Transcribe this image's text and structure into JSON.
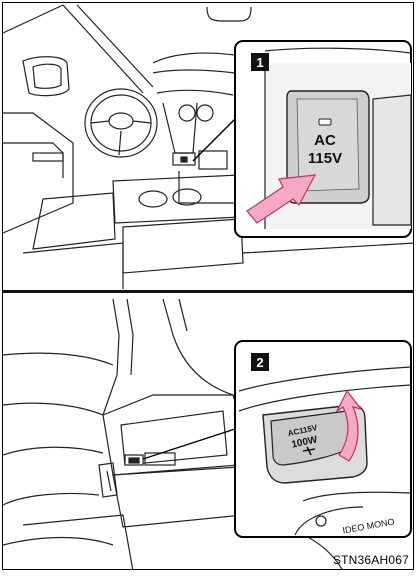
{
  "figure": {
    "callout_1": {
      "number": "1",
      "outlet_label_line1": "AC",
      "outlet_label_line2": "115V"
    },
    "callout_2": {
      "number": "2",
      "outlet_label_line1": "AC115V",
      "outlet_label_line2": "100W",
      "jack_label": "IDEO MONO"
    },
    "figure_id": "STN36AH067",
    "colors": {
      "arrow_fill": "#f4a9c4",
      "arrow_stroke": "#c0306a",
      "line": "#111111",
      "panel_fill": "#dddddd"
    }
  }
}
